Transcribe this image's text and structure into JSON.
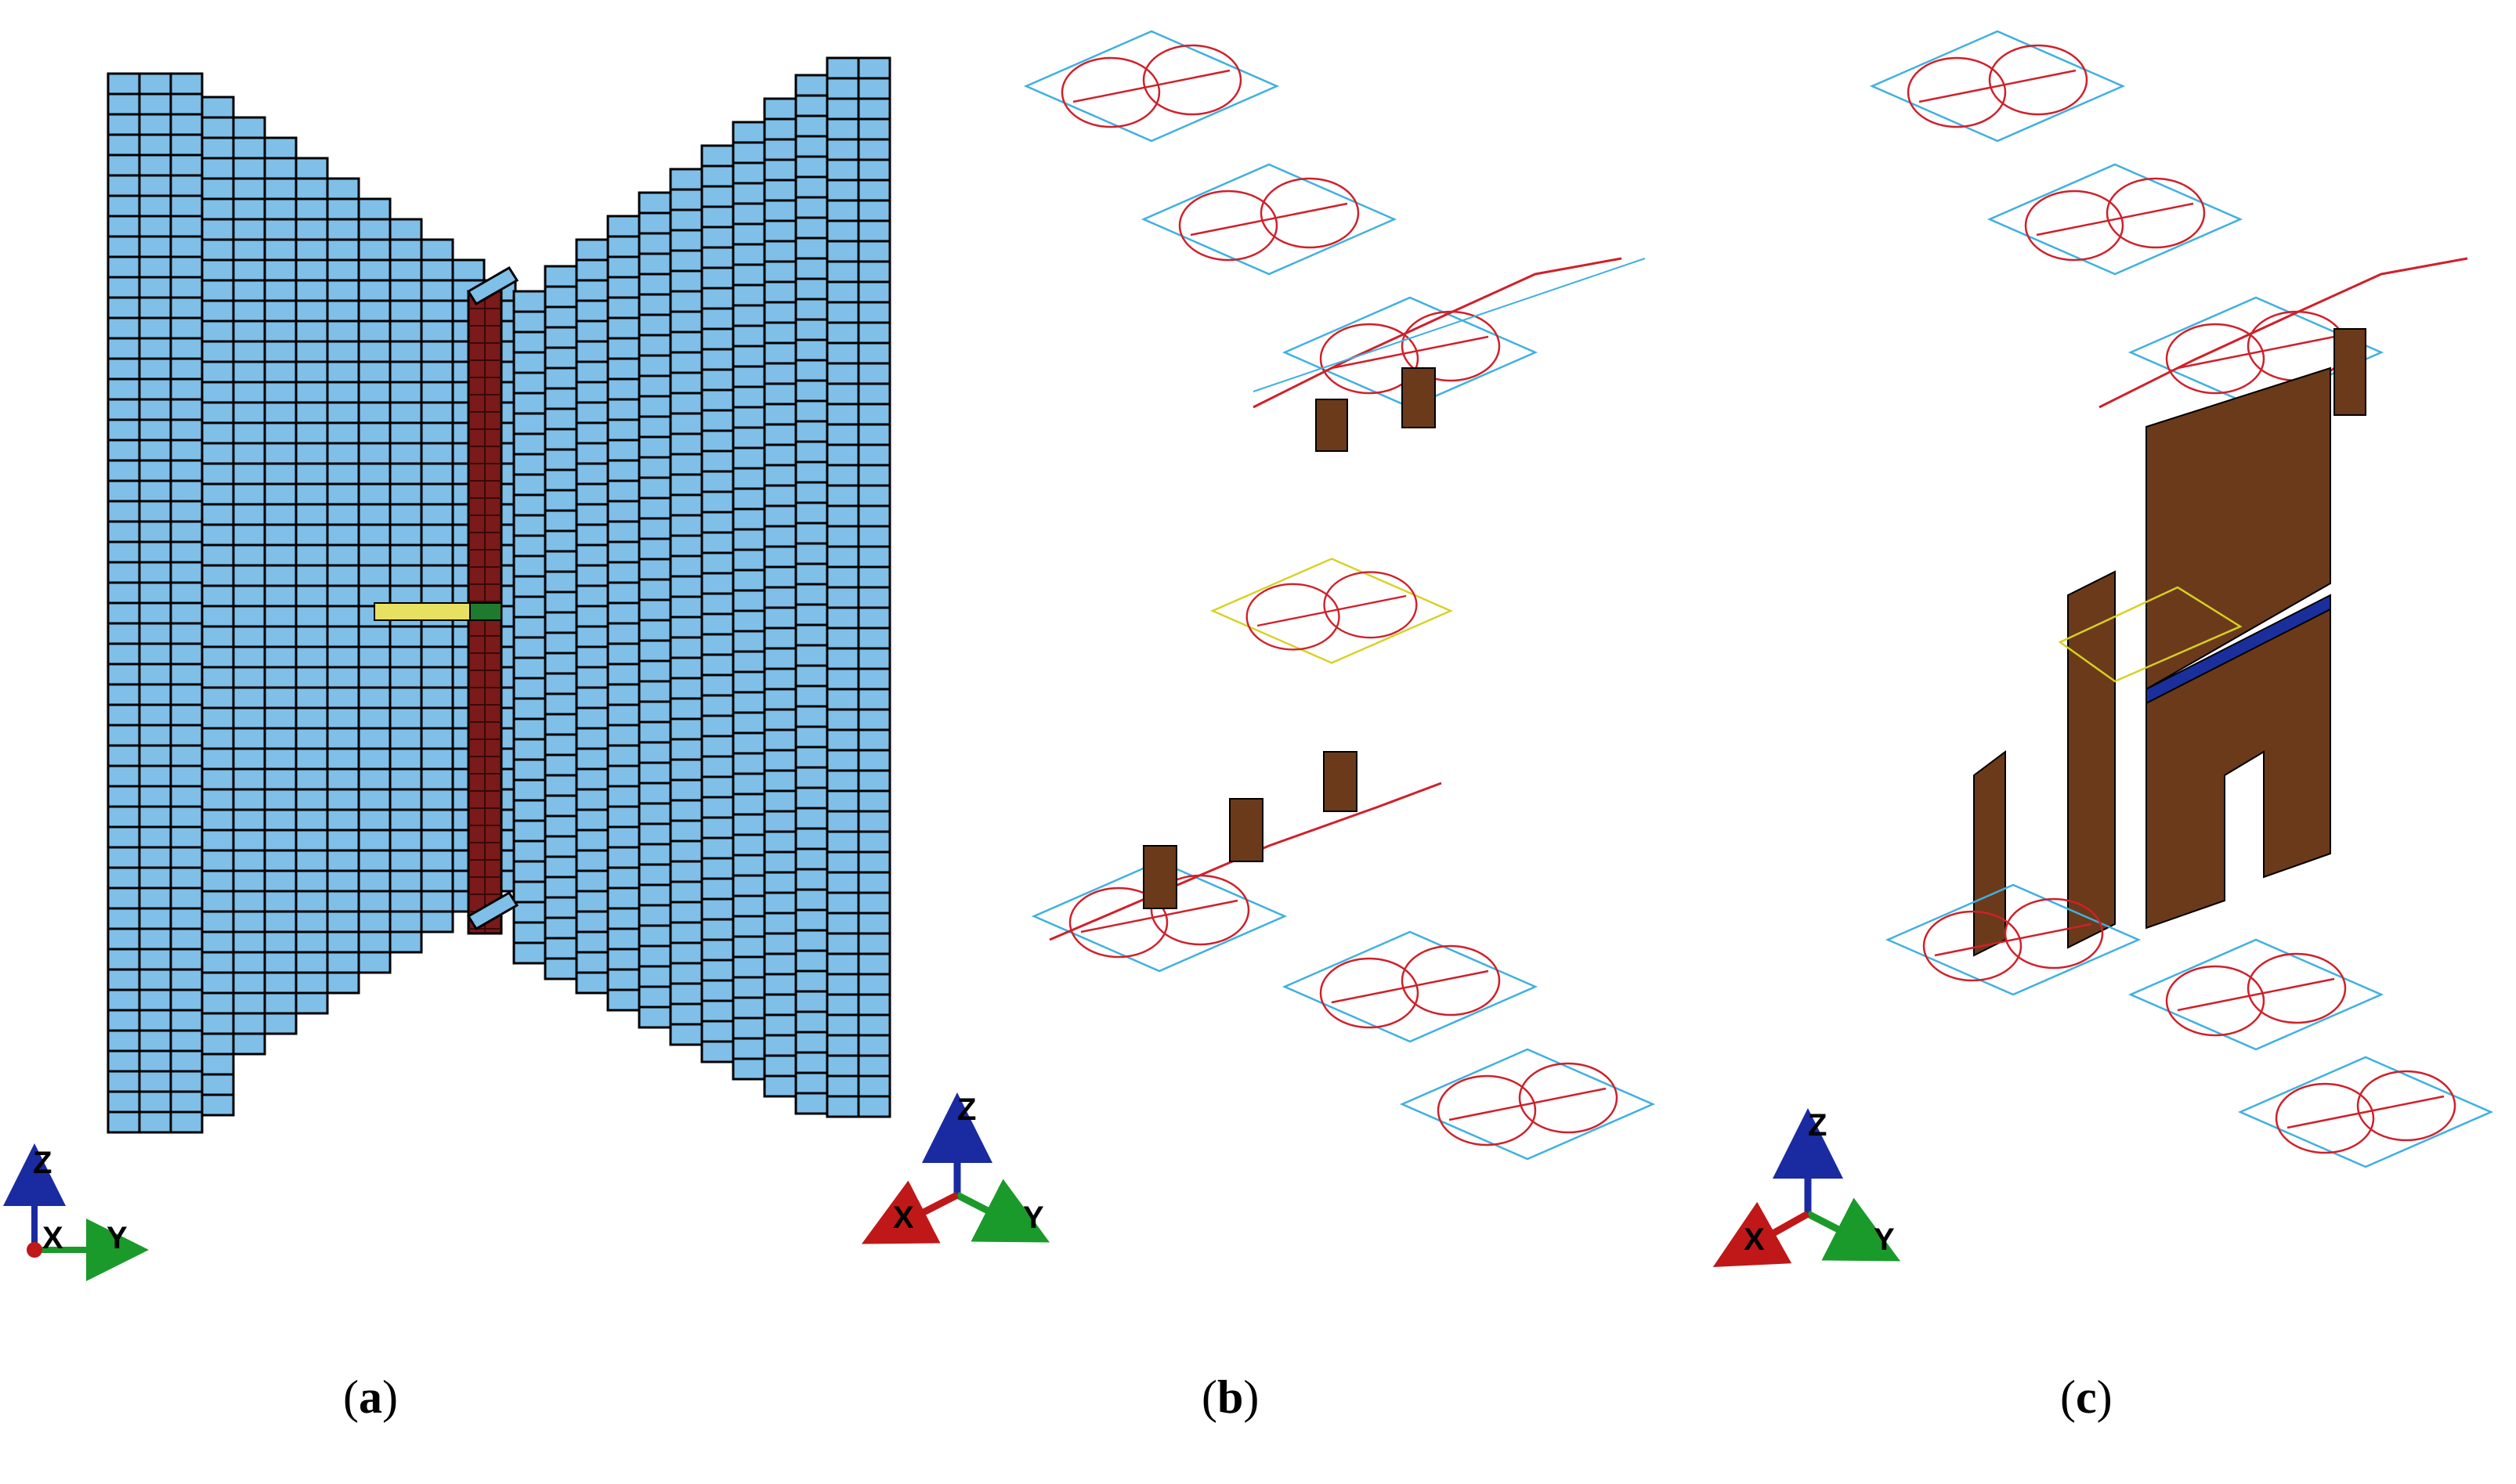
{
  "panels": [
    {
      "id": "a",
      "caption": "a",
      "axes": {
        "z": "Z",
        "x": "X",
        "y": "Y"
      }
    },
    {
      "id": "b",
      "caption": "b",
      "axes": {
        "z": "Z",
        "x": "X",
        "y": "Y"
      }
    },
    {
      "id": "c",
      "caption": "c",
      "axes": {
        "z": "Z",
        "x": "X",
        "y": "Y"
      }
    }
  ],
  "colors": {
    "mesh_blue": "#7fbfe8",
    "mesh_line": "#000000",
    "wall_dark_red": "#7a1a1a",
    "outline_red": "#d0202a",
    "outline_cyan": "#3fb0e0",
    "outline_yellow": "#d8d020",
    "brown": "#6b3a1a",
    "highlight_yellow": "#e8e060",
    "highlight_green": "#1f7a2f",
    "stripe_blue": "#1b2f9c",
    "axis_z": "#1a2aa0",
    "axis_y": "#1a9a2a",
    "axis_x": "#c01818"
  }
}
